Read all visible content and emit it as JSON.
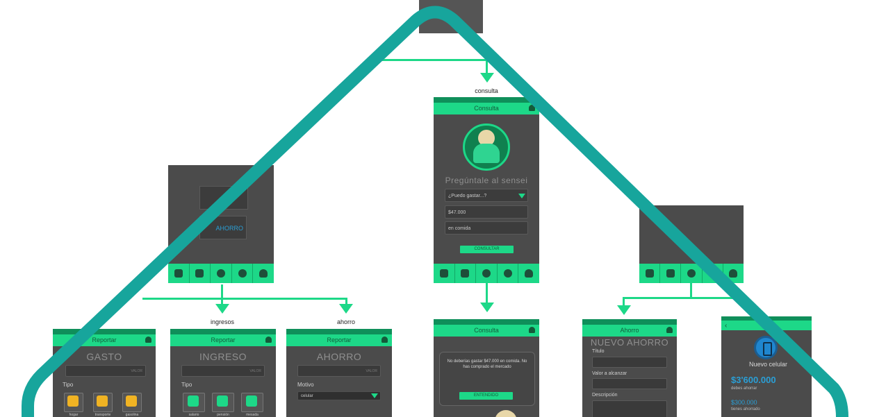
{
  "colors": {
    "accent": "#1dd888",
    "frame": "#1aa59a",
    "dark_screen": "#4b4b4b",
    "arrow": "#1dd888"
  },
  "sections": {
    "consulta": "consulta",
    "ingresos": "ingresos",
    "ahorro": "ahorro"
  },
  "consulta_screen": {
    "header": "Consulta",
    "prompt": "Pregúntale al sensei",
    "question_select": "¿Puedo gastar...?",
    "amount_value": "$47.000",
    "category_value": "en comida",
    "submit_label": "CONSULTAR"
  },
  "consulta_result": {
    "header": "Consulta",
    "message": "No deberías gastar $47.000 en comida. No has comprado el mercado",
    "ok_label": "ENTENDIDO"
  },
  "left_partial": {
    "ahorro_button": "AHORRO"
  },
  "reportar_gasto": {
    "header": "Reportar",
    "title": "GASTO",
    "value_placeholder": "VALOR",
    "tipo_label": "Tipo",
    "types": [
      "hogar",
      "transporte",
      "gasolina"
    ]
  },
  "reportar_ingreso": {
    "header": "Reportar",
    "title": "INGRESO",
    "value_placeholder": "VALOR",
    "tipo_label": "Tipo",
    "types": [
      "salario",
      "pensión",
      "mesada"
    ]
  },
  "reportar_ahorro": {
    "header": "Reportar",
    "title": "AHORRO",
    "value_placeholder": "VALOR",
    "motivo_label": "Motivo",
    "motivo_value": "celular"
  },
  "nuevo_ahorro": {
    "header": "Ahorro",
    "title": "NUEVO AHORRO",
    "titulo_label": "Título",
    "valor_label": "Valor a alcanzar",
    "descripcion_label": "Descripción"
  },
  "meta": {
    "back_icon": "chevron-left-icon",
    "item_name": "Nuevo celular",
    "goal_amount": "$3'600.000",
    "goal_caption": "debes ahorrar",
    "saved_amount": "$300.000",
    "saved_caption": "tienes ahorrado"
  }
}
